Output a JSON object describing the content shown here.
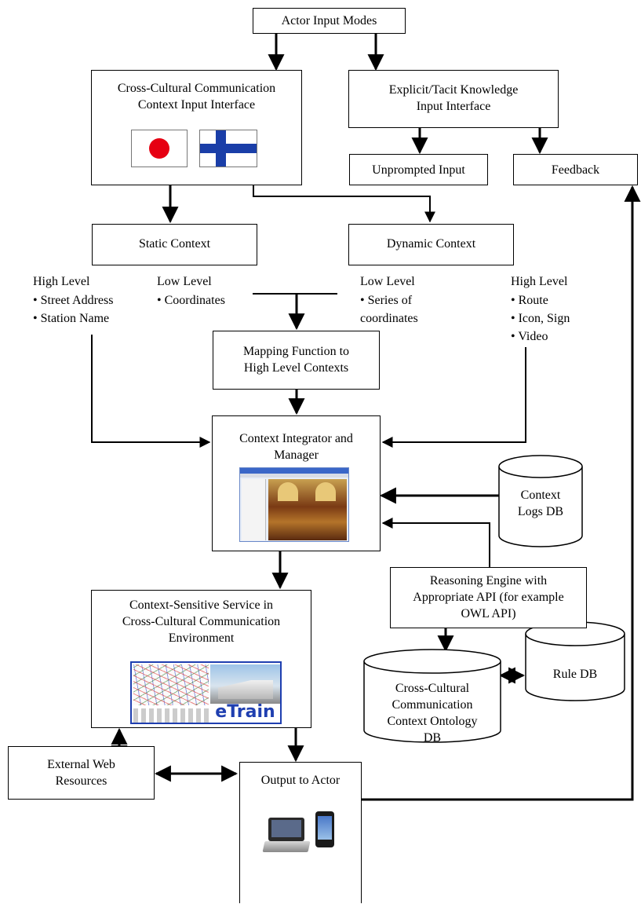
{
  "boxes": {
    "actor_input_modes": "Actor Input Modes",
    "cc_context_input": "Cross-Cultural Communication\nContext Input Interface",
    "explicit_tacit": "Explicit/Tacit Knowledge\nInput Interface",
    "unprompted": "Unprompted Input",
    "feedback": "Feedback",
    "static_context": "Static Context",
    "dynamic_context": "Dynamic Context",
    "mapping_function": "Mapping Function to\nHigh Level Contexts",
    "integrator": "Context Integrator and\nManager",
    "reasoning_engine": "Reasoning Engine with\nAppropriate API (for example\nOWL API)",
    "service": "Context-Sensitive Service in\nCross-Cultural Communication\nEnvironment",
    "external_web": "External Web\nResources",
    "output_actor": "Output to Actor"
  },
  "static_labels": {
    "high_title": "High Level",
    "high_items": "• Street Address\n• Station Name",
    "low_title": "Low Level",
    "low_items": "• Coordinates"
  },
  "dynamic_labels": {
    "low_title": "Low Level",
    "low_items": "• Series of\n   coordinates",
    "high_title": "High Level",
    "high_items": "• Route\n• Icon, Sign\n• Video"
  },
  "databases": {
    "logs_db": "Context\nLogs DB",
    "ontology_db": "Cross-Cultural\nCommunication\nContext Ontology\nDB",
    "rule_db": "Rule DB"
  },
  "etrain_logo": "eTrain",
  "colors": {
    "japan_red": "#e60012",
    "finland_blue": "#1a3ea8",
    "etrain_blue": "#1f3fb0"
  }
}
